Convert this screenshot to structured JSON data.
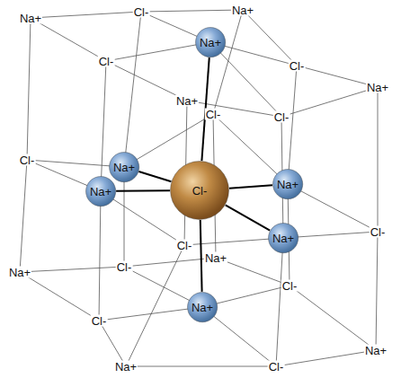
{
  "diagram": {
    "nodes": [
      {
        "text": [
          "Na+"
        ]
      },
      {
        "text": [
          "Na+"
        ]
      },
      {
        "text": [
          "Na+"
        ]
      },
      {
        "text": [
          "Cl-"
        ]
      },
      {
        "text": [
          "Na+"
        ]
      },
      {
        "text": [
          "Na+"
        ]
      },
      {
        "text": [
          "Na+"
        ]
      }
    ],
    "edges": [
      {
        "from": 3,
        "to": 0,
        "arrow": "none"
      },
      {
        "from": 3,
        "to": 1,
        "arrow": "none"
      },
      {
        "from": 3,
        "to": 2,
        "arrow": "none"
      },
      {
        "from": 3,
        "to": 4,
        "arrow": "none"
      },
      {
        "from": 3,
        "to": 5,
        "arrow": "none"
      },
      {
        "from": 3,
        "to": 6,
        "arrow": "none"
      }
    ],
    "labels": [
      "Na+",
      "Cl-",
      "Na+",
      "Cl-",
      "Cl-",
      "Na+",
      "Na+",
      "Cl-",
      "Cl-",
      "Cl-",
      "Cl-",
      "Cl-",
      "Na+",
      "Cl-",
      "Na+",
      "Cl-",
      "Cl-",
      "Na+",
      "Na+",
      "Cl-"
    ]
  }
}
